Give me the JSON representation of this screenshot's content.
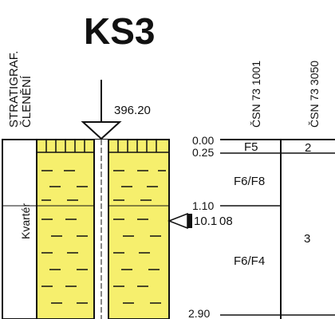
{
  "title": "KS3",
  "headers": {
    "stratigraphy": [
      "STRATIGRAF.",
      "ČLENĚNÍ"
    ],
    "standard_1": "ČSN 73 1001",
    "standard_2": "ČSN 73 3050"
  },
  "surface_level": "396.20",
  "formation": "Kvartér",
  "depth_labels": [
    "0.00",
    "0.25",
    "1.10",
    "2.90"
  ],
  "water_level": {
    "depth": "10.1",
    "date": "08"
  },
  "classes_1001": [
    "F5",
    "F6/F8",
    "F6/F4"
  ],
  "classes_3050": [
    "2",
    "3"
  ],
  "colors": {
    "fill": "#f6ef6d",
    "line": "#111111",
    "background": "#ffffff"
  },
  "icons": [
    "surface-level-triangle-icon",
    "water-level-marker-icon"
  ]
}
